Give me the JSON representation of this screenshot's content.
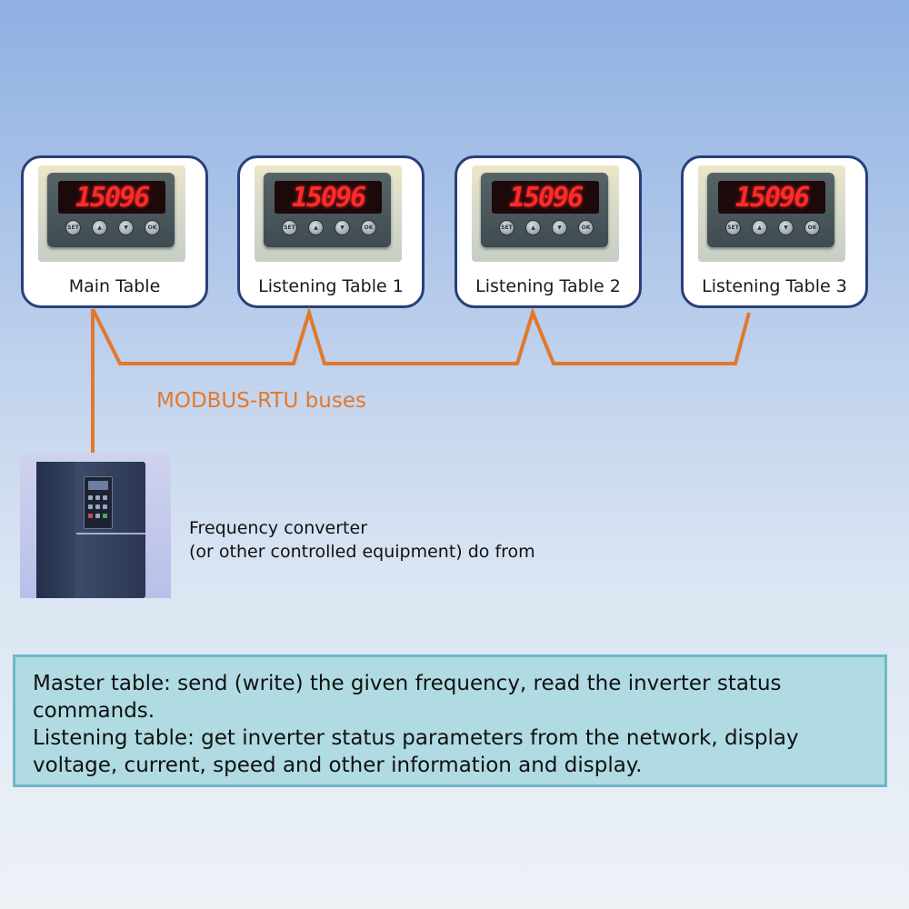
{
  "tables": [
    {
      "label": "Main Table",
      "display": "15096"
    },
    {
      "label": "Listening Table 1",
      "display": "15096"
    },
    {
      "label": "Listening Table 2",
      "display": "15096"
    },
    {
      "label": "Listening Table 3",
      "display": "15096"
    }
  ],
  "meter_buttons": [
    "SET",
    "",
    "",
    "OK"
  ],
  "bus": {
    "label": "MODBUS-RTU buses",
    "color": "#e0792c"
  },
  "device": {
    "line1": "Frequency converter",
    "line2": "(or other controlled equipment) do from"
  },
  "info": {
    "master": "Master table: send (write) the given frequency, read the inverter status commands.",
    "listening": "Listening table: get inverter status parameters from the network, display voltage, current, speed and other information and display."
  },
  "colors": {
    "card_border": "#2a3f7a",
    "info_bg": "#b0dbe2",
    "info_border": "#6fb7c9",
    "display_red": "#ff2a2a"
  }
}
